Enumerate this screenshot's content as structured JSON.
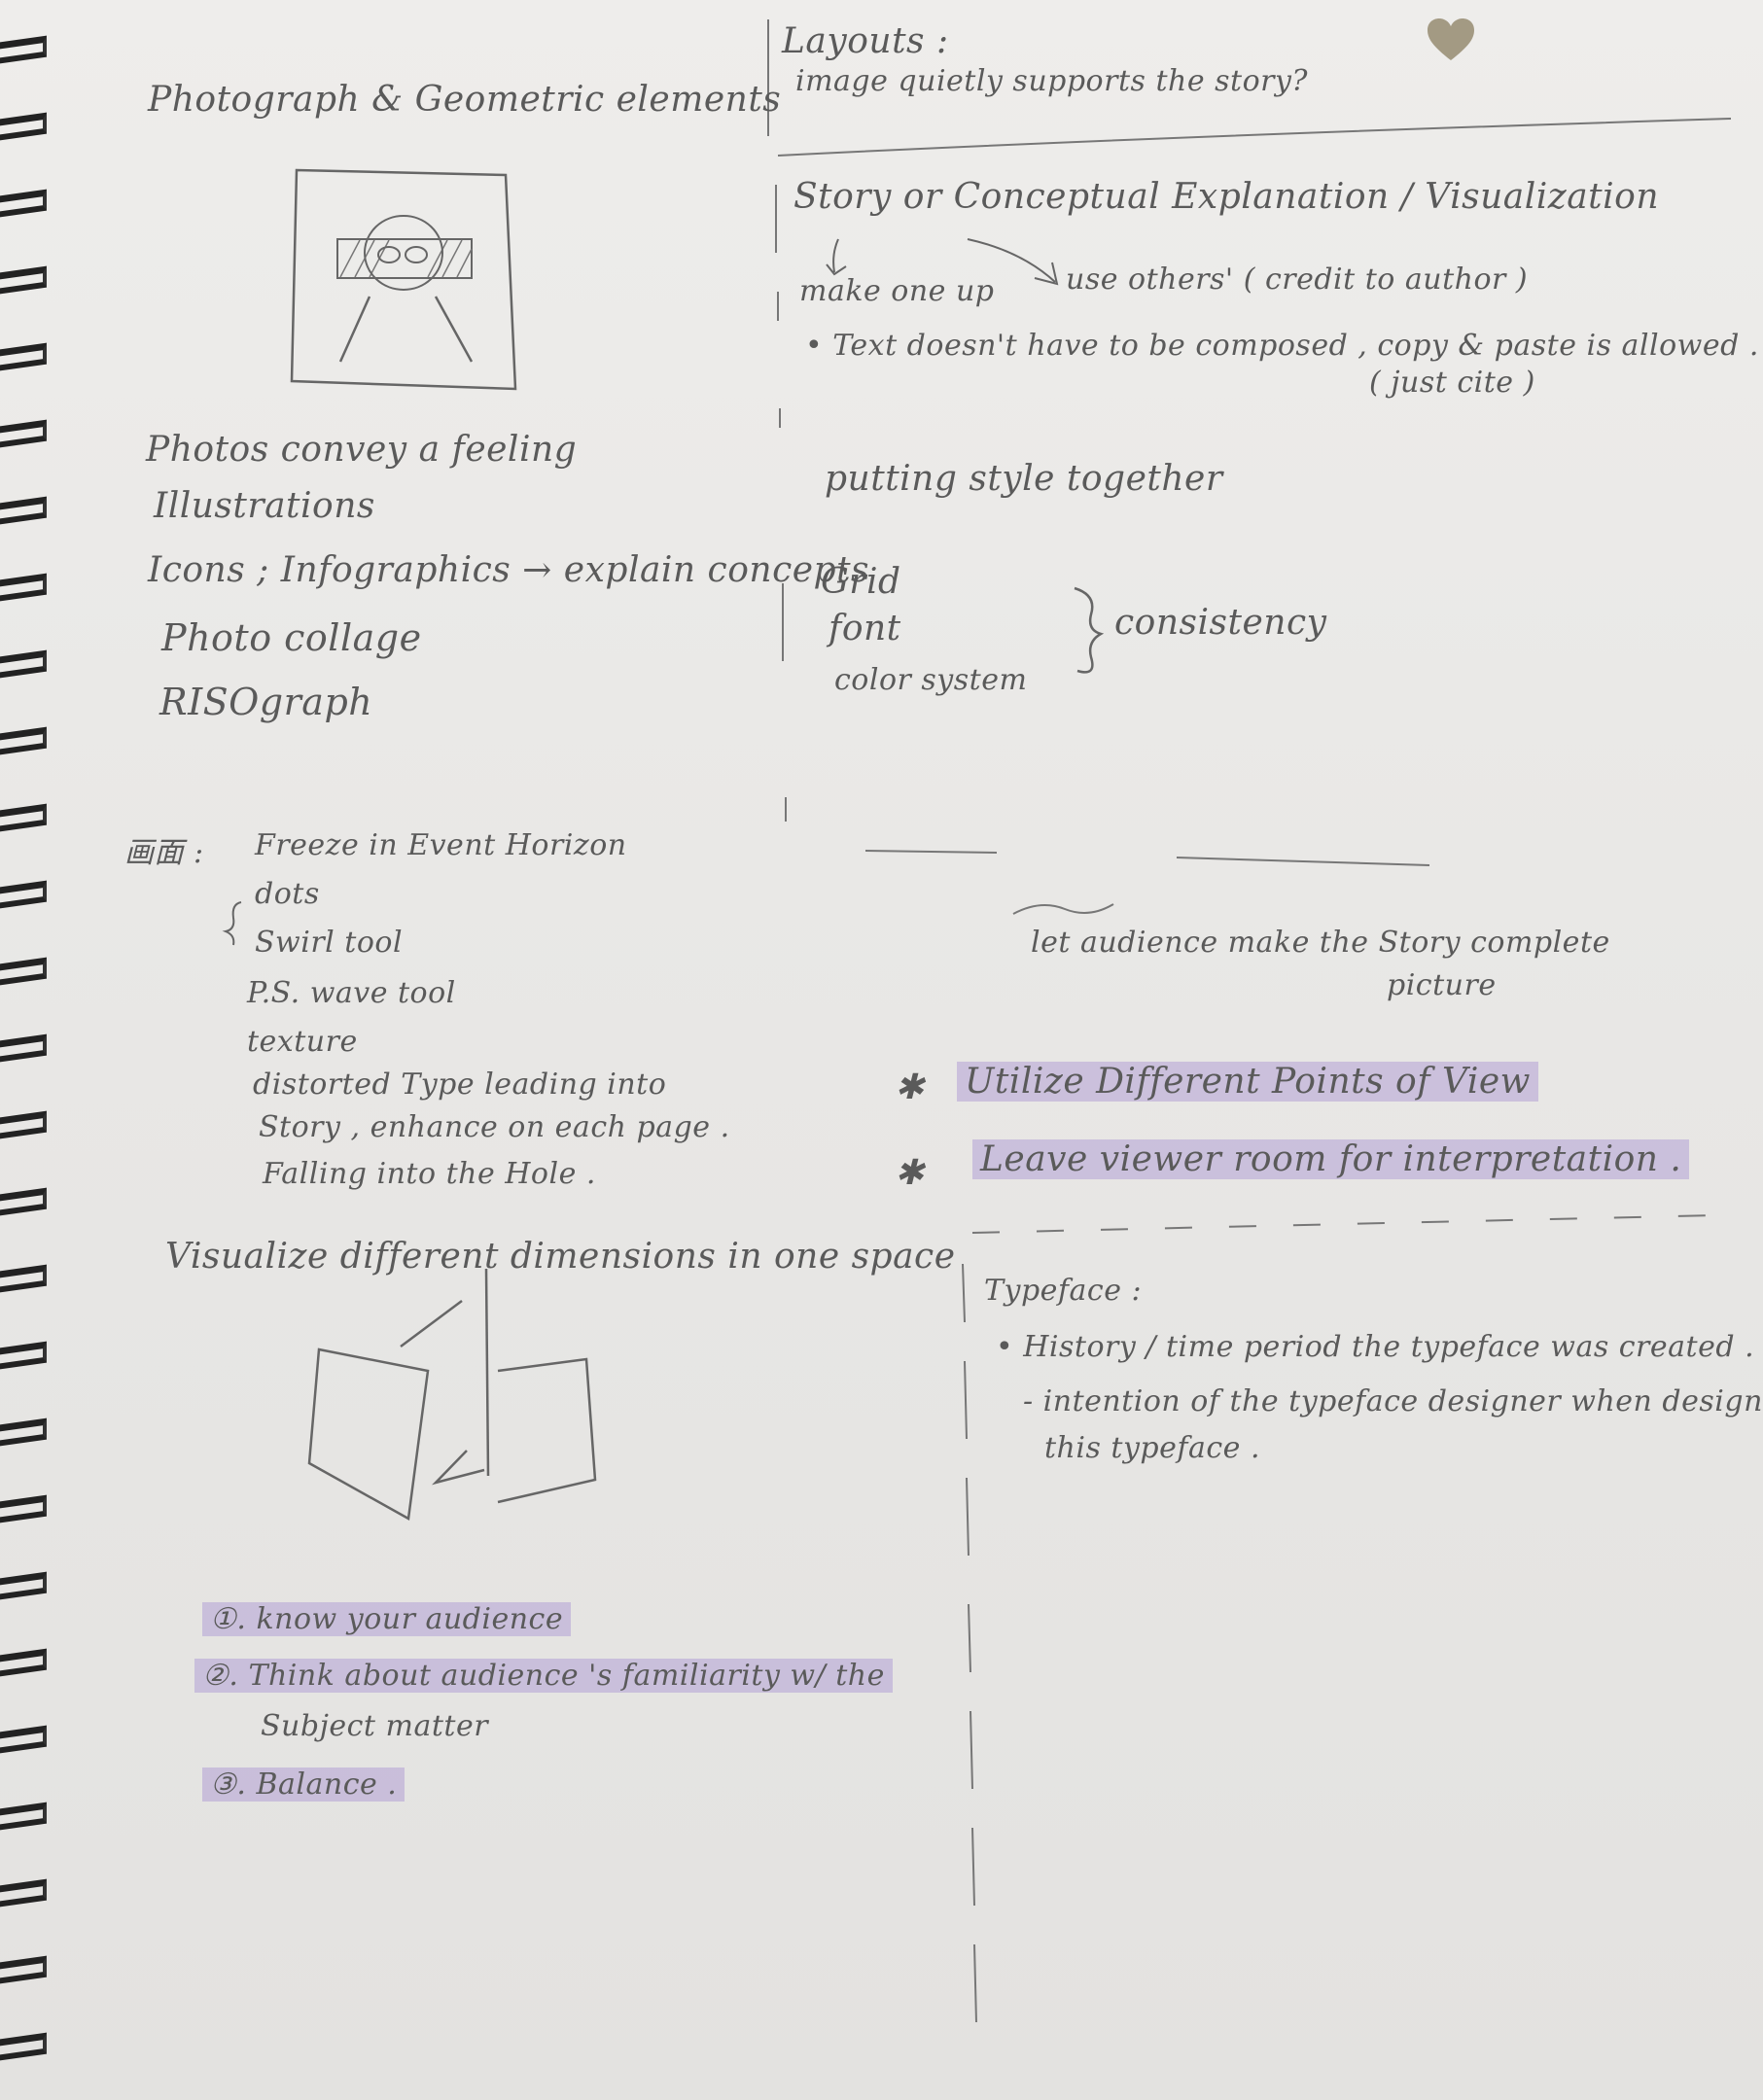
{
  "left": {
    "heading": "Photograph & Geometric elements",
    "list": [
      "Photos convey a feeling",
      "Illustrations",
      "Icons ; Infographics → explain concepts",
      "Photo collage",
      "RISOgraph"
    ],
    "scene_label": "画面 :",
    "scene_items": [
      "Freeze in Event Horizon",
      "dots",
      "Swirl tool",
      "P.S. wave tool",
      "texture",
      "distorted Type leading into",
      "Story , enhance on each page .",
      "Falling into the Hole ."
    ],
    "dimensions": "Visualize different dimensions in one space",
    "numbered": [
      "①. know your audience",
      "②. Think about audience 's familiarity  w/ the",
      "Subject matter",
      "③. Balance ."
    ]
  },
  "right": {
    "layouts_title": "Layouts :",
    "layouts_sub": "image quietly supports the story?",
    "story_line": "Story or Conceptual Explanation / Visualization",
    "make_one_up": "make one up",
    "use_others": "use others' ( credit to author )",
    "text_note": "• Text doesn't have to be composed ,  copy & paste is allowed .",
    "just_cite": "( just cite )",
    "putting": "putting style together",
    "consistency_items": [
      "Grid",
      "font",
      "color system"
    ],
    "consistency": "consistency",
    "audience": "let audience make the Story complete",
    "picture": "picture",
    "star1": "Utilize Different Points of View",
    "star2": "Leave viewer room for interpretation .",
    "typeface_title": "Typeface :",
    "typeface_1": "• History / time period the typeface was created .",
    "typeface_2": "- intention of the typeface designer when designing",
    "typeface_3": "this typeface ."
  },
  "colors": {
    "paper": "#ebeae8",
    "ink": "#5a5a5a",
    "highlight": "#b2a0d6",
    "heart": "#9a9078"
  },
  "icons": {
    "heart": "heart-icon",
    "star": "asterisk-icon"
  }
}
